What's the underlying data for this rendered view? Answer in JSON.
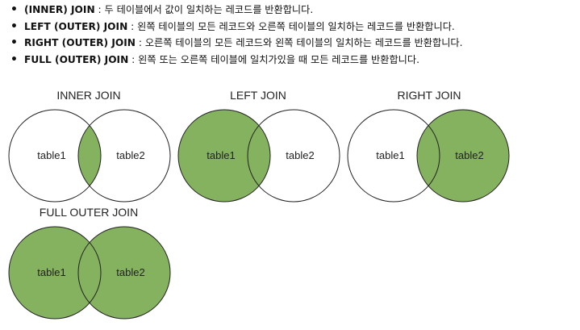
{
  "descriptions": [
    {
      "term": "(INNER) JOIN",
      "text": " : 두 테이블에서 값이 일치하는 레코드를 반환합니다."
    },
    {
      "term": "LEFT (OUTER) JOIN",
      "text": " : 왼쪽 테이블의 모든 레코드와 오른쪽 테이블의 일치하는 레코드를 반환합니다."
    },
    {
      "term": "RIGHT (OUTER) JOIN",
      "text": " : 오른쪽 테이블의 모든 레코드와 왼쪽 테이블의 일치하는 레코드를 반환합니다."
    },
    {
      "term": "FULL (OUTER) JOIN",
      "text": " : 왼쪽 또는 오른쪽 테이블에 일치가있을 때 모든 레코드를 반환합니다."
    }
  ],
  "colors": {
    "fill": "#84b25e",
    "stroke": "#222222",
    "background": "#ffffff"
  },
  "diagrams": [
    {
      "title": "INNER JOIN",
      "left_label": "table1",
      "right_label": "table2",
      "highlight": "intersection"
    },
    {
      "title": "LEFT JOIN",
      "left_label": "table1",
      "right_label": "table2",
      "highlight": "left"
    },
    {
      "title": "RIGHT JOIN",
      "left_label": "table1",
      "right_label": "table2",
      "highlight": "right"
    },
    {
      "title": "FULL OUTER JOIN",
      "left_label": "table1",
      "right_label": "table2",
      "highlight": "both"
    }
  ]
}
